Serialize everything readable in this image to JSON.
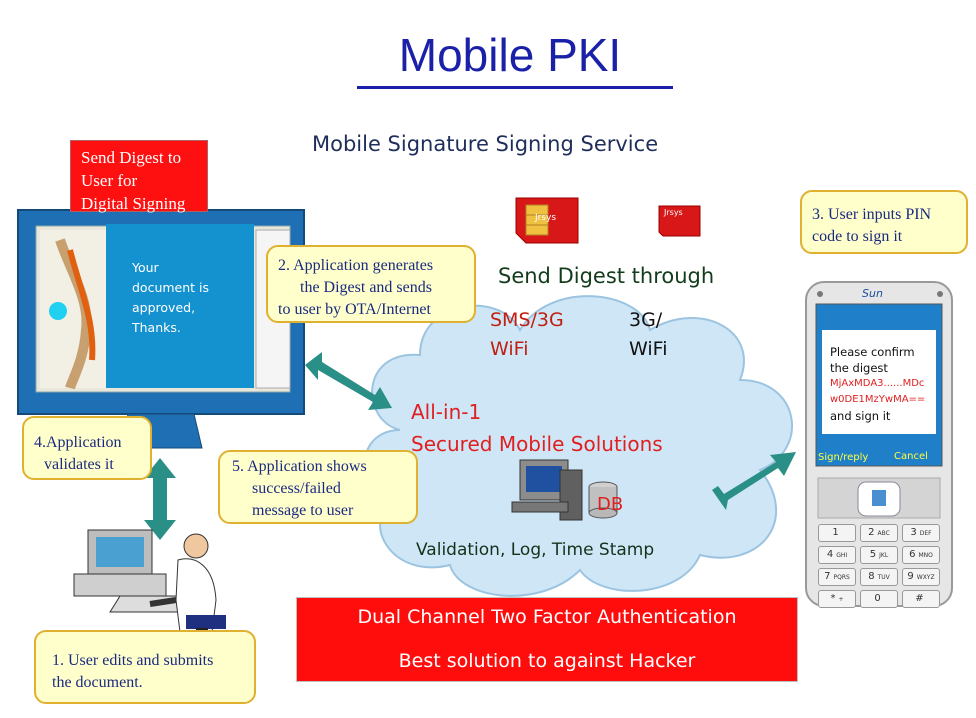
{
  "title": "Mobile PKI",
  "subtitle": "Mobile Signature Signing Service",
  "step_send_digest_box": [
    "Send Digest to",
    "User for",
    "Digital Signing"
  ],
  "monitor_message": [
    "Your",
    "document  is",
    "approved,",
    "Thanks."
  ],
  "callouts": {
    "step1": [
      "1. User edits and submits",
      "the document."
    ],
    "step2": [
      "2. Application generates",
      "the Digest and sends",
      "to user by OTA/Internet"
    ],
    "step3": [
      "3. User inputs  PIN",
      "code to sign it"
    ],
    "step4": [
      "4.Application",
      "validates it"
    ],
    "step5": [
      "5. Application shows",
      "success/failed",
      "message to user"
    ]
  },
  "send_digest_through": "Send Digest through",
  "channels": {
    "left": [
      "SMS/3G",
      "WiFi"
    ],
    "right": [
      "3G/",
      "WiFi"
    ]
  },
  "sim_brand": "Jrsys",
  "cloud": {
    "line1": "All-in-1",
    "line2": "Secured Mobile Solutions",
    "db_label": "DB",
    "bottom": "Validation, Log, Time Stamp"
  },
  "phone": {
    "brand": "Sun",
    "screen_lines": [
      "Please confirm",
      "the digest"
    ],
    "digest_lines": [
      "MjAxMDA3......MDc",
      "w0DE1MzYwMA=="
    ],
    "screen_end": "and sign it",
    "softkey_left": "Sign/reply",
    "softkey_right": "Cancel",
    "keys": [
      [
        "1",
        ""
      ],
      [
        "2",
        "ABC"
      ],
      [
        "3",
        "DEF"
      ],
      [
        "4",
        "GHI"
      ],
      [
        "5",
        "JKL"
      ],
      [
        "6",
        "MNO"
      ],
      [
        "7",
        "PQRS"
      ],
      [
        "8",
        "TUV"
      ],
      [
        "9",
        "WXYZ"
      ],
      [
        "*",
        "+"
      ],
      [
        "0",
        ""
      ],
      [
        "#",
        ""
      ]
    ]
  },
  "bottom_bar": {
    "line1": "Dual Channel Two Factor Authentication",
    "line2": "Best solution to against Hacker"
  },
  "colors": {
    "title": "#1a20a8",
    "monitor": "#1f6fb4",
    "callout_fill": "#ffffcc",
    "callout_border": "#e0b030",
    "red": "#ff1010",
    "arrow": "#2a8f86",
    "cloud": "#cfe6f7"
  }
}
